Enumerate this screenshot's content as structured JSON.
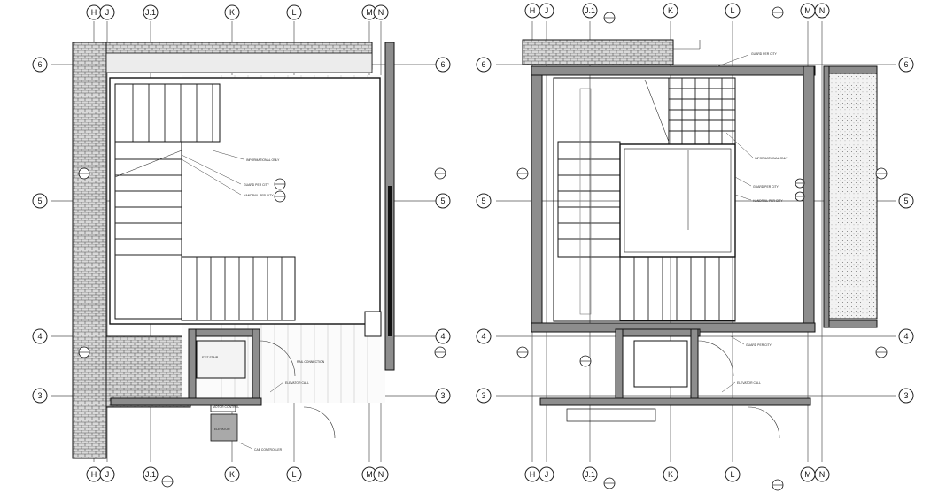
{
  "plans": [
    {
      "id": "left-plan",
      "col_labels": [
        "H",
        "J",
        "J.1",
        "K",
        "L",
        "M",
        "N"
      ],
      "row_labels": [
        "6",
        "5",
        "4",
        "3"
      ],
      "notes": [
        "INFORMATIONAL ONLY",
        "GUARD PER CITY",
        "HANDRAIL PER CITY",
        "RAIL CONNECTION",
        "EXIT STAIR",
        "ELEVATOR CALL",
        "MOTOR CONTROL",
        "ELEVATOR",
        "CAB CONTROLLER"
      ]
    },
    {
      "id": "right-plan",
      "col_labels": [
        "H",
        "J",
        "J.1",
        "K",
        "L",
        "M",
        "N"
      ],
      "row_labels": [
        "6",
        "5",
        "4",
        "3"
      ],
      "notes": [
        "GUARD PER CITY",
        "INFORMATIONAL ONLY",
        "GUARD PER CITY",
        "HANDRAIL PER CITY",
        "GUARD PER CITY",
        "ELEVATOR CALL"
      ]
    }
  ]
}
